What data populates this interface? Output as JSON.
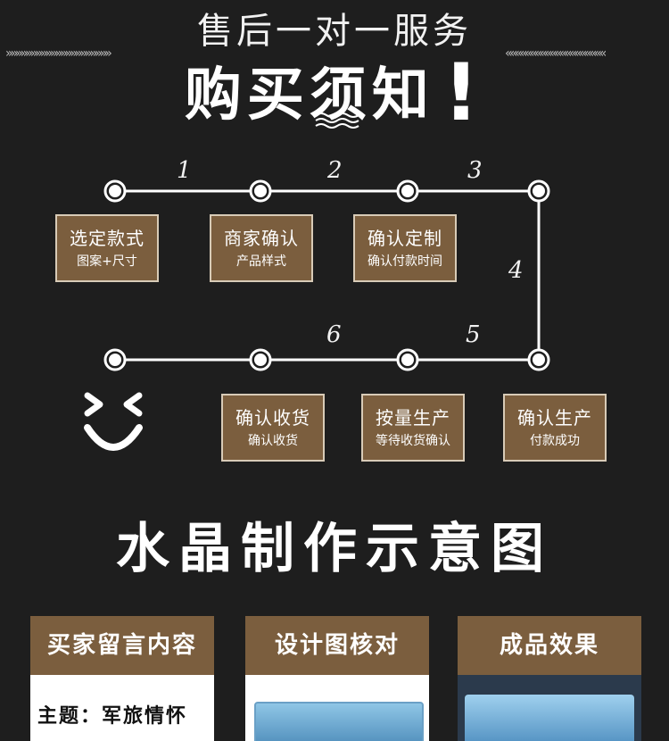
{
  "header": {
    "subtitle": "售后一对一服务",
    "title": "购买须知",
    "exclaim": "!",
    "left_chevrons": "»»»»»»»»»»»»»»»»»»»»»",
    "right_chevrons": "««««««««««««««««««««"
  },
  "process": {
    "numbers": [
      "1",
      "2",
      "3",
      "4",
      "5",
      "6"
    ],
    "steps": [
      {
        "title": "选定款式",
        "sub": "图案+尺寸"
      },
      {
        "title": "商家确认",
        "sub": "产品样式"
      },
      {
        "title": "确认定制",
        "sub": "确认付款时间"
      },
      {
        "title": "确认生产",
        "sub": "付款成功"
      },
      {
        "title": "按量生产",
        "sub": "等待收货确认"
      },
      {
        "title": "确认收货",
        "sub": "确认收货"
      }
    ]
  },
  "section": {
    "title": "水晶制作示意图"
  },
  "cards": [
    {
      "header": "买家留言内容",
      "content": "主题：军旅情怀"
    },
    {
      "header": "设计图核对"
    },
    {
      "header": "成品效果"
    }
  ],
  "colors": {
    "background": "#1e1e1e",
    "box": "#7b5e3e",
    "line": "#ffffff"
  }
}
